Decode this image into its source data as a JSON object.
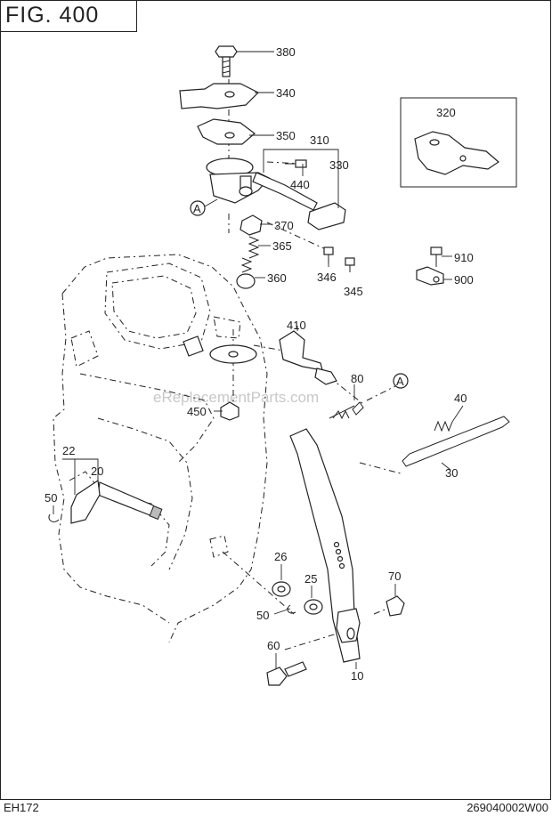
{
  "figure": {
    "title": "FIG. 400"
  },
  "footer": {
    "model": "EH172",
    "drawing_number": "269040002W00"
  },
  "watermark": "eReplacementParts.com",
  "reference_markers": {
    "a_upper": "A",
    "a_lower": "A"
  },
  "callouts": {
    "p380": "380",
    "p340": "340",
    "p350": "350",
    "p310": "310",
    "p330": "330",
    "p440": "440",
    "p320": "320",
    "p370": "370",
    "p365": "365",
    "p360": "360",
    "p346": "346",
    "p345": "345",
    "p910": "910",
    "p900": "900",
    "p410": "410",
    "p80": "80",
    "p40": "40",
    "p450": "450",
    "p30": "30",
    "p22": "22",
    "p20": "20",
    "p50a": "50",
    "p26": "26",
    "p25": "25",
    "p70": "70",
    "p50b": "50",
    "p60": "60",
    "p10": "10"
  }
}
